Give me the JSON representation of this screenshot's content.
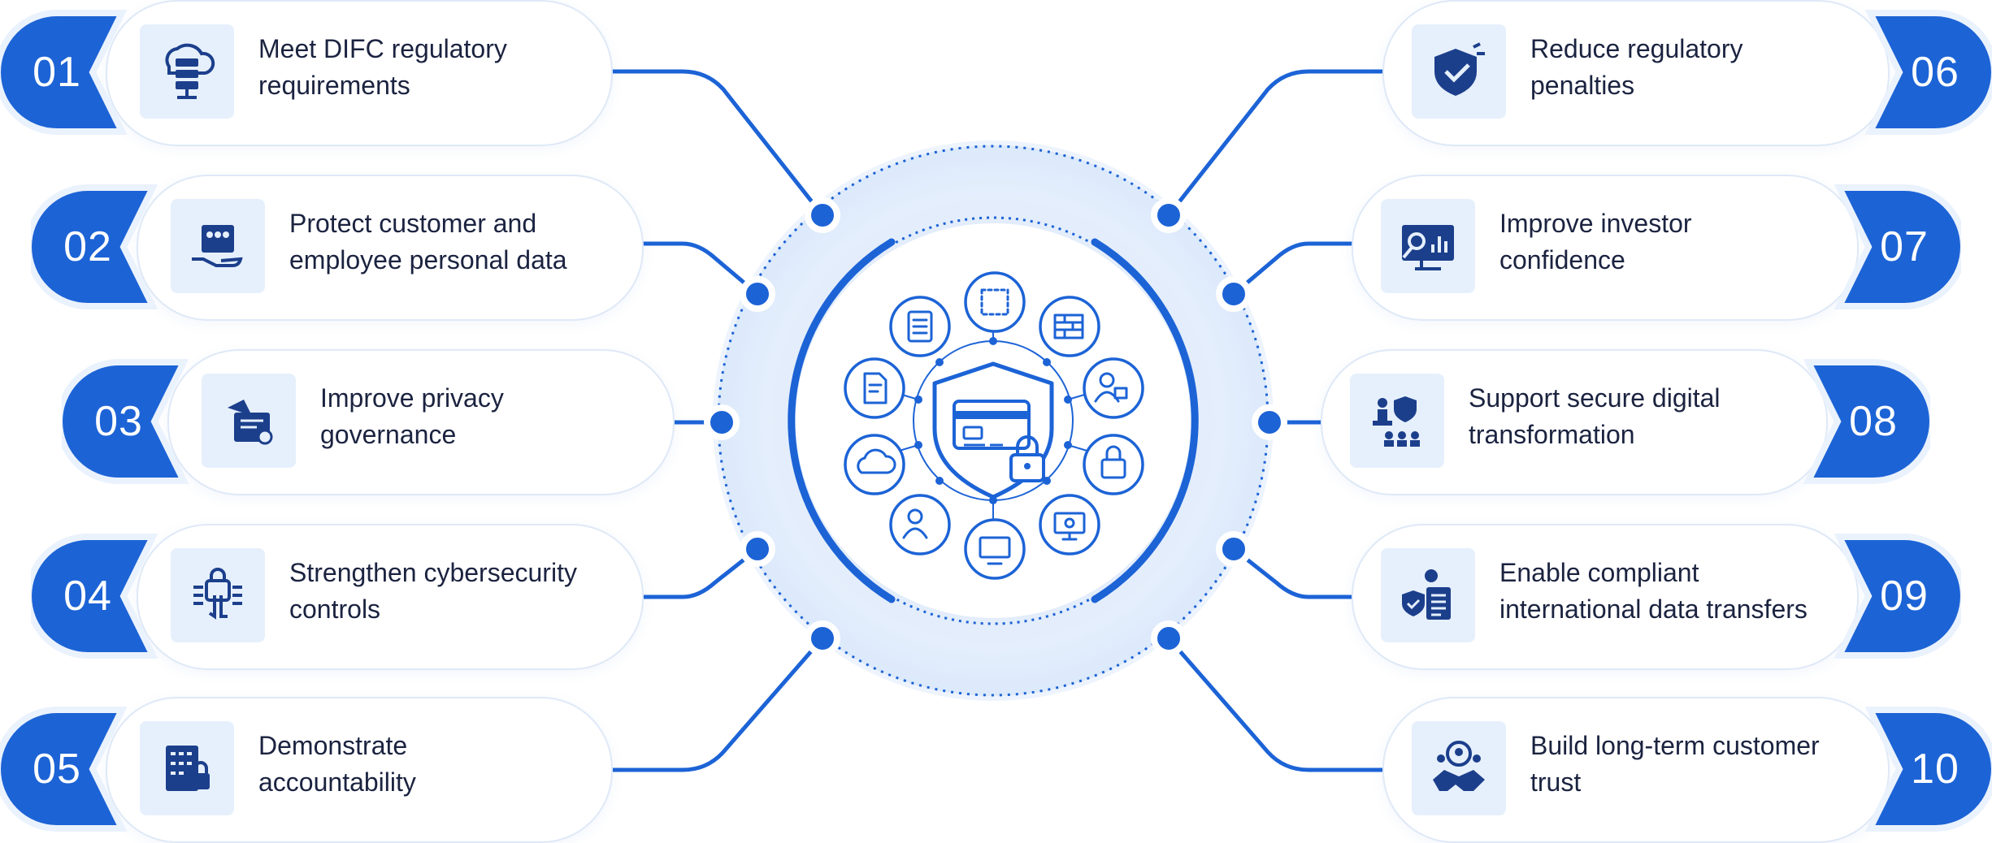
{
  "items": [
    {
      "number": "01",
      "line1": "Meet DIFC regulatory",
      "line2": "requirements",
      "icon": "cloud-server-icon"
    },
    {
      "number": "02",
      "line1": "Protect customer and",
      "line2": "employee personal data",
      "icon": "hand-people-icon"
    },
    {
      "number": "03",
      "line1": "Improve privacy",
      "line2": "governance",
      "icon": "documents-check-icon"
    },
    {
      "number": "04",
      "line1": "Strengthen cybersecurity",
      "line2": "controls",
      "icon": "fingerprint-lock-icon"
    },
    {
      "number": "05",
      "line1": "Demonstrate",
      "line2": "accountability",
      "icon": "binary-lock-icon"
    },
    {
      "number": "06",
      "line1": "Reduce regulatory",
      "line2": "penalties",
      "icon": "shield-check-icon"
    },
    {
      "number": "07",
      "line1": "Improve investor",
      "line2": "confidence",
      "icon": "monitor-analytics-icon"
    },
    {
      "number": "08",
      "line1": "Support secure digital",
      "line2": "transformation",
      "icon": "presentation-shield-icon"
    },
    {
      "number": "09",
      "line1": "Enable compliant",
      "line2": "international data transfers",
      "icon": "shield-checklist-icon"
    },
    {
      "number": "10",
      "line1": "Build long-term customer",
      "line2": "trust",
      "icon": "handshake-team-icon"
    }
  ],
  "colors": {
    "primary": "#1c63d6",
    "dark": "#0c45a8",
    "light_bg": "#e6f0fc",
    "ring": "#dfe9f7",
    "text": "#1b2340"
  }
}
